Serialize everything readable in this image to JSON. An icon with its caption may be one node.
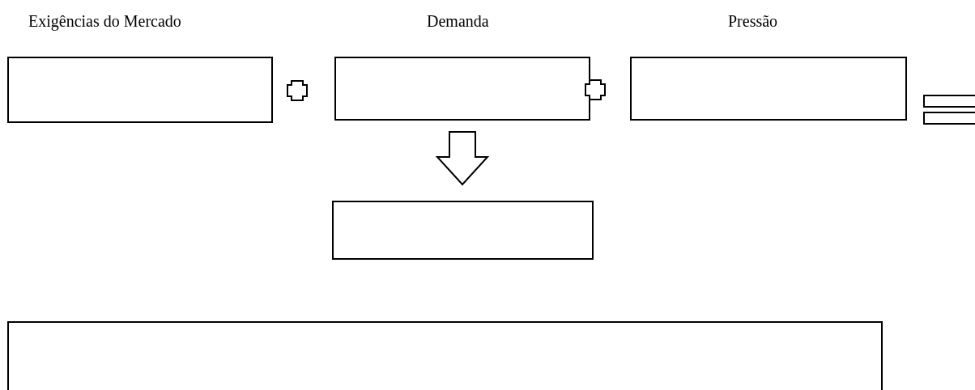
{
  "diagram": {
    "nodes": [
      {
        "text": [
          "Exigências do Mercado"
        ]
      },
      {
        "text": [
          "Demanda"
        ]
      },
      {
        "text": [
          "Pressão"
        ]
      },
      {
        "text": [],
        "shape": "box"
      },
      {
        "text": [],
        "shape": "box"
      }
    ],
    "edges": [
      {
        "from": 1,
        "to": 3,
        "arrow": "to"
      }
    ]
  }
}
